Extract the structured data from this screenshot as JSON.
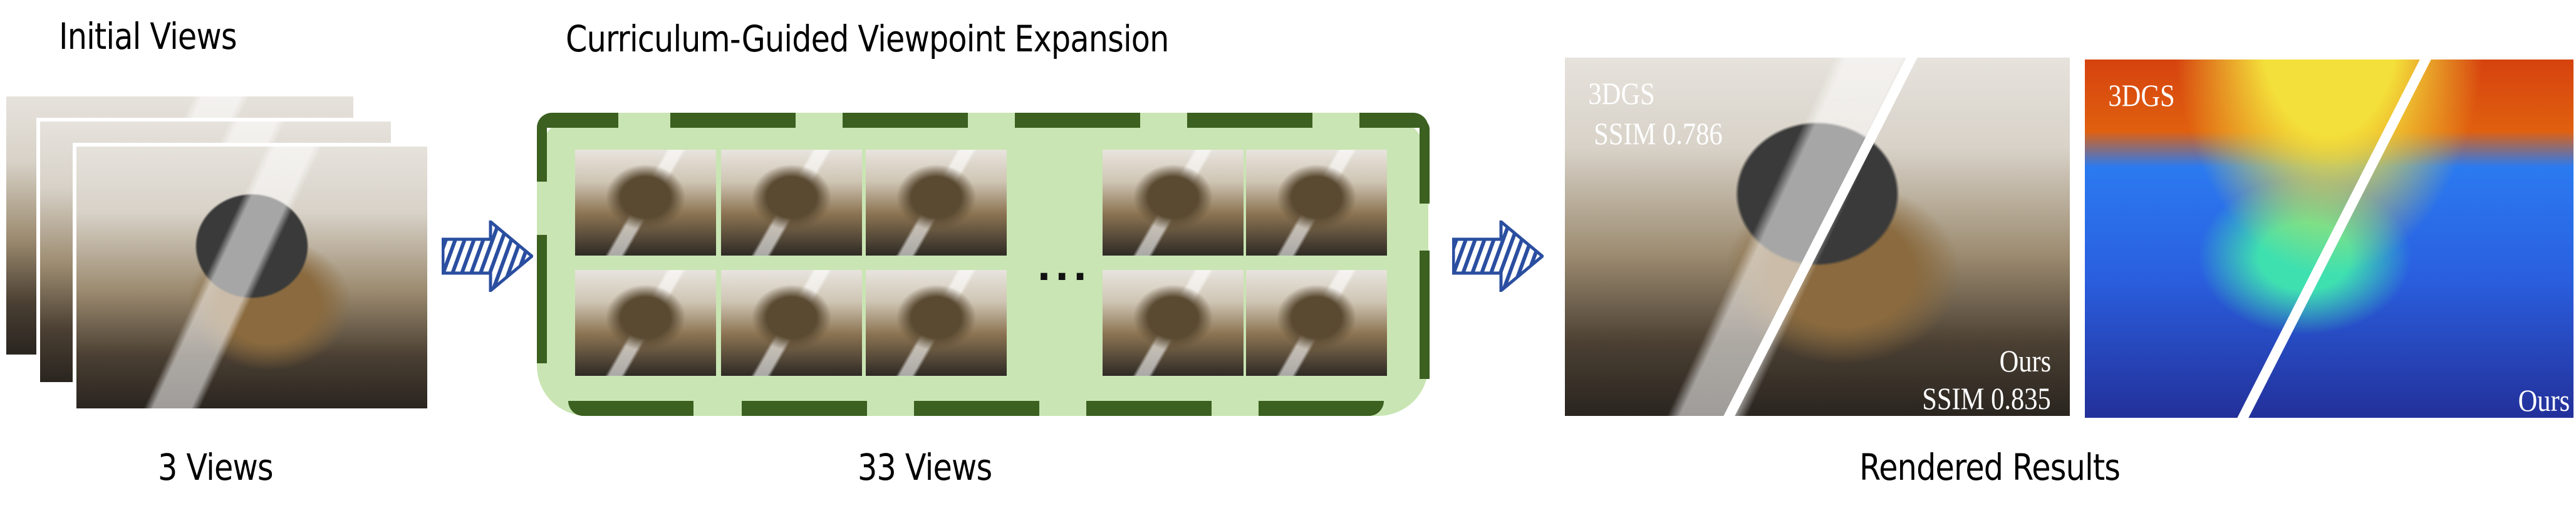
{
  "sections": {
    "initial": {
      "title": "Initial Views",
      "caption": "3 Views"
    },
    "expansion": {
      "title": "Curriculum-Guided Viewpoint Expansion",
      "caption": "33 Views",
      "ellipsis": "..."
    },
    "results": {
      "title": "Rendered Results"
    }
  },
  "rendered": {
    "photo": {
      "top_label": "3DGS",
      "top_metric": "SSIM 0.786",
      "bottom_label": "Ours",
      "bottom_metric": "SSIM 0.835"
    },
    "heatmap": {
      "top_label": "3DGS",
      "bottom_label": "Ours"
    }
  },
  "colors": {
    "box_fill": "#c9e5b3",
    "box_dash": "#3b6020",
    "arrow": "#2a4ea0"
  }
}
